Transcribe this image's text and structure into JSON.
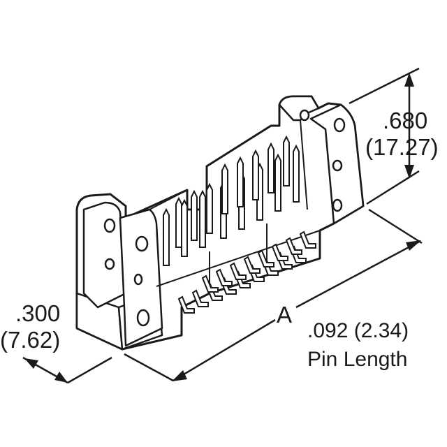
{
  "diagram": {
    "height_dim": {
      "inch": ".680",
      "mm": "(17.27)"
    },
    "width_dim": {
      "inch": ".300",
      "mm": "(7.62)"
    },
    "length_dim": {
      "label": "A"
    },
    "pin_length": {
      "value": ".092 (2.34)",
      "label": "Pin Length"
    }
  }
}
